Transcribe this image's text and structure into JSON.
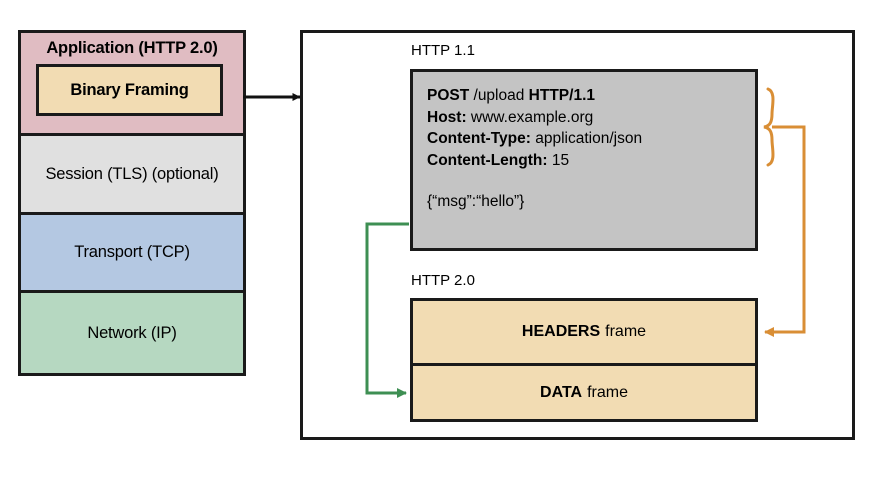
{
  "diagram": {
    "title": "HTTP 1.1 request mapped onto HTTP 2.0 binary framing layer",
    "colors": {
      "application_layer": "#e0bcc2",
      "binary_framing": "#f2dcb3",
      "session_layer": "#e0e0e0",
      "transport_layer": "#b4c8e2",
      "network_layer": "#b6d8c1",
      "http11_message": "#c4c4c4",
      "http20_frame": "#f2dcb3",
      "headers_connector": "#d98e35",
      "data_connector": "#3e8f53",
      "outline": "#1a1a1a"
    }
  },
  "stack": {
    "layers": [
      {
        "label": "Application (HTTP 2.0)",
        "bold": true
      },
      {
        "label": "Session (TLS) (optional)",
        "bold": false
      },
      {
        "label": "Transport (TCP)",
        "bold": false
      },
      {
        "label": "Network (IP)",
        "bold": false
      }
    ],
    "binary_framing_label": "Binary Framing"
  },
  "http11": {
    "caption": "HTTP 1.1",
    "request_lines": [
      {
        "bold_1": "POST",
        "plain_1": " /upload ",
        "bold_2": "HTTP/1.1",
        "plain_2": ""
      },
      {
        "bold_1": "Host:",
        "plain_1": " www.example.org",
        "bold_2": "",
        "plain_2": ""
      },
      {
        "bold_1": "Content-Type:",
        "plain_1": " application/json",
        "bold_2": "",
        "plain_2": ""
      },
      {
        "bold_1": "Content-Length:",
        "plain_1": " 15",
        "bold_2": "",
        "plain_2": ""
      }
    ],
    "body": "{“msg”:“hello”}"
  },
  "http20": {
    "caption": "HTTP 2.0",
    "frames": [
      {
        "name": "HEADERS",
        "suffix": "frame"
      },
      {
        "name": "DATA",
        "suffix": "frame"
      }
    ]
  },
  "connectors": {
    "stack_to_panel": "black-arrow-right",
    "headers_brace": "orange-brace-to-headers-frame",
    "body_line": "green-line-to-data-frame"
  }
}
